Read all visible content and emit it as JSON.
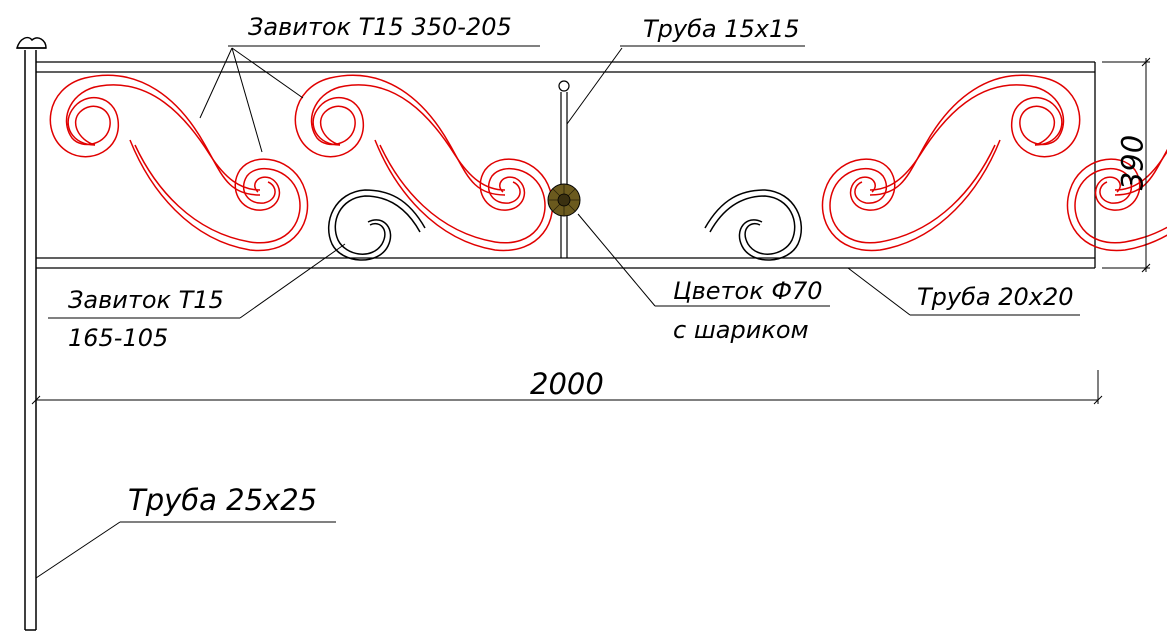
{
  "labels": {
    "scroll_large": "Завиток Т15 350-205",
    "pipe_15": "Труба 15х15",
    "scroll_small_1": "Завиток Т15",
    "scroll_small_2": "165-105",
    "flower_1": "Цветок Ф70",
    "flower_2": "с шариком",
    "pipe_20": "Труба 20х20",
    "pipe_25": "Труба 25х25"
  },
  "dimensions": {
    "width": "2000",
    "height": "390"
  },
  "colors": {
    "scroll_red": "#e00000",
    "line_black": "#000000",
    "flower_fill": "#6b5a1e",
    "flower_center": "#3a3010"
  }
}
